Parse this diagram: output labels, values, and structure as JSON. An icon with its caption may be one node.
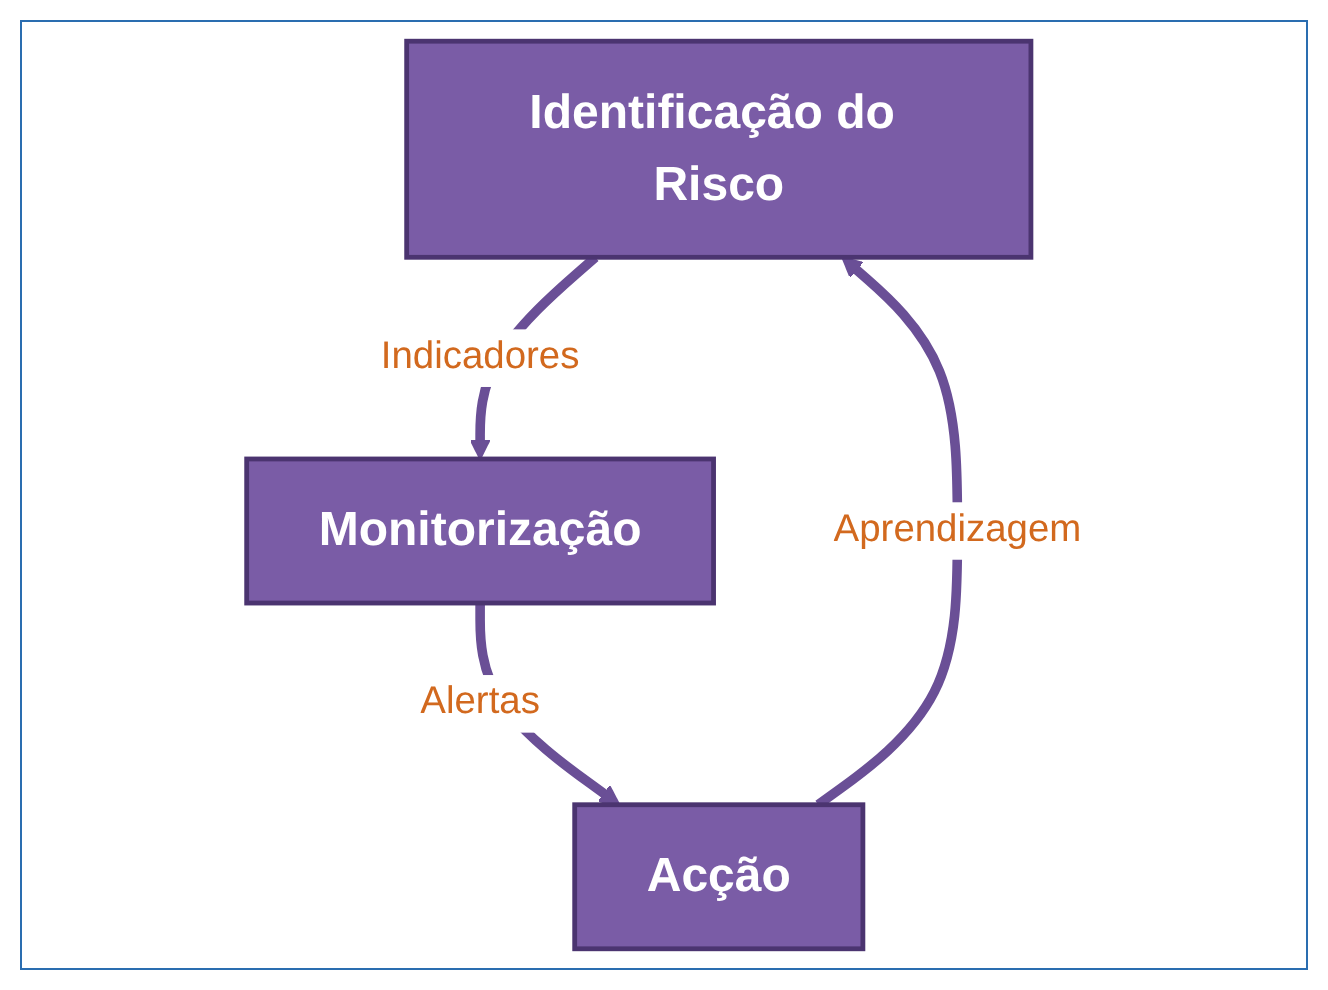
{
  "diagram": {
    "nodes": [
      {
        "text": [
          "Identificação do Risco"
        ]
      },
      {
        "text": [
          "Monitorização"
        ]
      },
      {
        "text": [
          "Acção"
        ]
      }
    ],
    "edges": [
      {
        "from": 0,
        "to": 1,
        "arrow": "to",
        "label": "Indicadores"
      },
      {
        "from": 1,
        "to": 2,
        "arrow": "to",
        "label": "Alertas"
      },
      {
        "from": 2,
        "to": 0,
        "arrow": "to",
        "label": "Aprendizagem"
      }
    ]
  }
}
